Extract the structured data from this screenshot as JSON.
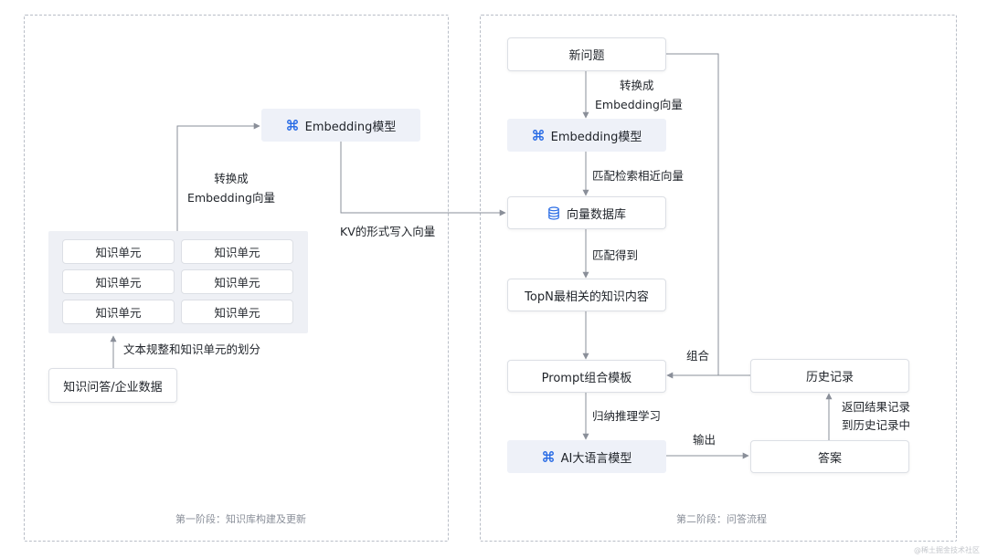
{
  "stage1": {
    "caption": "第一阶段：知识库构建及更新",
    "source": "知识问答/企业数据",
    "split_label": "文本规整和知识单元的划分",
    "units": [
      "知识单元",
      "知识单元",
      "知识单元",
      "知识单元",
      "知识单元",
      "知识单元"
    ],
    "convert_label_1": "转换成",
    "convert_label_2": "Embedding向量",
    "embedding_model": "Embedding模型",
    "kv_label": "KV的形式写入向量"
  },
  "stage2": {
    "caption": "第二阶段：问答流程",
    "new_question": "新问题",
    "convert_label_1": "转换成",
    "convert_label_2": "Embedding向量",
    "embedding_model": "Embedding模型",
    "match_label": "匹配检索相近向量",
    "vector_db": "向量数据库",
    "match_result_label": "匹配得到",
    "topn": "TopN最相关的知识内容",
    "combine_label": "组合",
    "prompt": "Prompt组合模板",
    "history": "历史记录",
    "induction_label": "归纳推理学习",
    "llm": "AI大语言模型",
    "output_label": "输出",
    "answer": "答案",
    "return_label_1": "返回结果记录",
    "return_label_2": "到历史记录中"
  },
  "watermark": "@稀土掘金技术社区",
  "colors": {
    "accent": "#2b6de5",
    "line": "#8a8f99",
    "model_bg": "#eef1f8"
  },
  "icons": {
    "embedding": "command-icon",
    "database": "database-icon",
    "llm": "command-icon"
  }
}
